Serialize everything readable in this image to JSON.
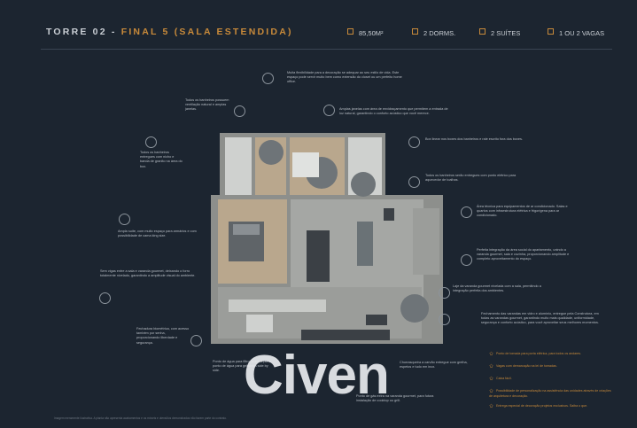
{
  "header": {
    "title_main": "TORRE 02 - ",
    "title_accent": "FINAL 5 (SALA ESTENDIDA)",
    "area": "85,50M²",
    "bedrooms": "2 DORMS.",
    "suites": "2 SUÍTES",
    "parking": "1 OU 2 VAGAS"
  },
  "notes": {
    "top_center": "Muita flexibilidade para a decoração se adequar ao seu estilo de vida. Este espaço pode servir muito bem como extensão do closet ou um perfeito home office.",
    "top_left": "Todos os banheiros possuem ventilação natural e amplas janelas.",
    "windows": "Amplas janelas com área de envidraçamento que permitem a entrada de luz natural, garantindo o conforto acústico que você merece.",
    "bath_tile": "Todos os banheiros entregues com nicho e banda de granito na área do box.",
    "shower": "Box linear nos boxes dos banheiros e rale escrito fora dos boxes.",
    "heater": "Todos os banheiros serão entregues com ponto elétrico para aquecedor de toalhas.",
    "suite": "Ampla suíte, com muito espaço para armários e com possibilidade de cama king size.",
    "ac": "Área técnica para equipamentos de ar condicionado. Salas e quartos com infraestrutura elétrica e frigorígena para ar condicionado.",
    "beams": "Sem vigas entre a sala e varanda gourmet, deixando o forro totalmente nivelado, garantindo a amplitude visual do ambiente.",
    "integration": "Perfeita integração da área social do apartamento, unindo a varanda gourmet, sala e cozinha, proporcionando amplitude e completo aproveitamento do espaço.",
    "floor": "Laje da varanda gourmet nivelada com a sala, permitindo a integração perfeita dos ambientes.",
    "facade": "Fechamento das varandas em vidro e alumínio, entregue pela Construtora, em todas as varandas gourmet, garantindo muito mais qualidade, uniformidade, segurança e conforto acústico, para você aproveitar seus melhores momentos.",
    "lock": "Fechadura biométrica, com acesso também por senha, proporcionando liberdade e segurança.",
    "water": "Ponto de água para filtro, sobre a pia e ponto de água para geladeira side by side.",
    "grill": "Churrasqueira a carvão entregue com grelha, espetos e tudo em inox.",
    "gas": "Ponto de gás extra na varanda gourmet, para futura instalação de cooktop ou grill."
  },
  "legend": [
    "Ponto de tomada para porta elétrica, para todos os andares.",
    "Vagas com demarcação na lei de tomadas.",
    "Caixa fácil.",
    "Possibilidade de personalização na assistência das unidades através de criações de arquitetura e decoração.",
    "Entrega especial de decoração projetos exclusivos. Saiba o que."
  ],
  "logo": "Civen",
  "footer": "Imagem meramente ilustrativa. A planta não apresenta acabamentos e os móveis e utensílios demonstrados não fazem parte do contrato."
}
